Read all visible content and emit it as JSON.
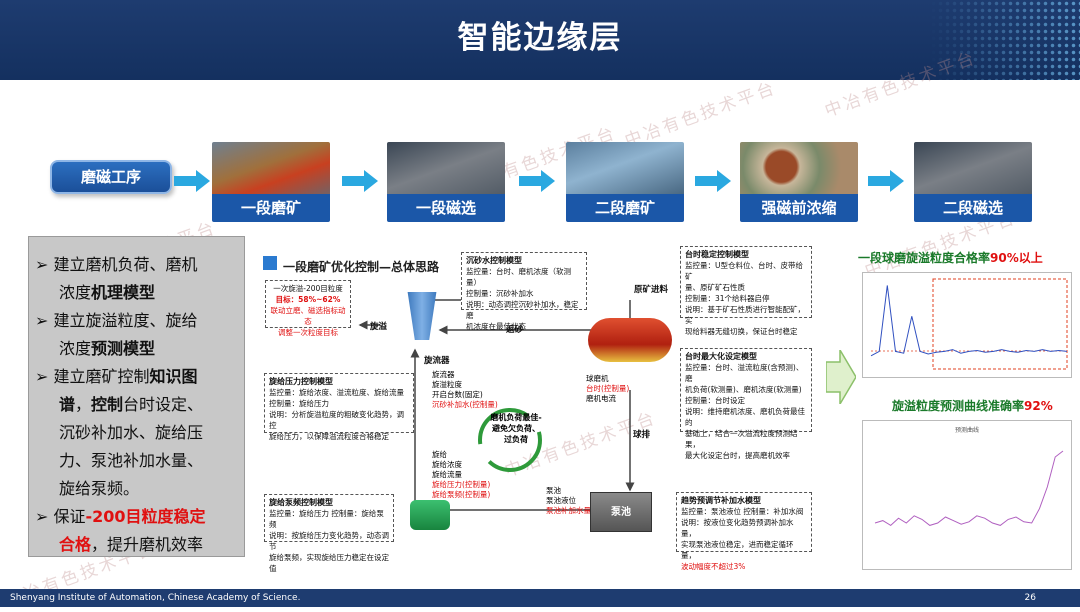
{
  "header": {
    "title": "智能边缘层"
  },
  "process": {
    "stage_label": "磨磁工序",
    "steps": [
      {
        "label": "一段磨矿"
      },
      {
        "label": "一段磁选"
      },
      {
        "label": "二段磨矿"
      },
      {
        "label": "强磁前浓缩"
      },
      {
        "label": "二段磁选"
      }
    ]
  },
  "bullets": {
    "b1_a": "建立磨机负荷、磨机",
    "b1_b": "浓度",
    "b1_bold": "机理模型",
    "b2_a": "建立旋溢粒度、旋给",
    "b2_b": "浓度",
    "b2_bold": "预测模型",
    "b3_a": "建立磨矿控制",
    "b3_bold1": "知识图",
    "b3_bold2": "谱",
    "b3_b": "，",
    "b3_bold3": "控制",
    "b3_c": "台时设定、",
    "b3_d": "沉砂补加水、旋给压",
    "b3_e": "力、泵池补加水量、",
    "b3_f": "旋给泵频。",
    "b4_a": "保证",
    "b4_red": "-200目粒度稳定",
    "b4_red2": "合格",
    "b4_b": "，提升磨机效率"
  },
  "diagram": {
    "title": "一段磨矿优化控制—总体思路",
    "target_box": {
      "l1": "一次旋溢-200目粒度",
      "l2": "目标：58%~62%",
      "l3": "联动立磨、磁选指标动态",
      "l4": "调整一次粒度目标"
    },
    "sand_box": {
      "h": "沉砂水控制模型",
      "l1": "监控量：台时、磨机浓度（软测量）",
      "l2": "控制量：沉砂补加水",
      "l3": "说明：动态调控沉砂补加水，稳定磨",
      "l4": "机浓度在最佳状态"
    },
    "feed_box": {
      "h": "台时稳定控制模型",
      "l1": "监控量：U型仓料位、台时、皮带给矿",
      "l2": "量、原矿矿石性质",
      "l3": "控制量：31个给料器启停",
      "l4": "说明：基于矿石性质进行智能配矿，实",
      "l5": "现给料器无缝切换，保证台时稳定"
    },
    "pressure_box": {
      "h": "旋给压力控制模型",
      "l1": "监控量：旋给浓度、溢流粒度、旋给流量",
      "l2": "控制量：旋给压力",
      "l3": "说明：分析旋溢粒度的粗破变化趋势，调控",
      "l4": "旋给压力，以保障溢流粒度合格稳定"
    },
    "maxfeed_box": {
      "h": "台时最大化设定模型",
      "l1": "监控量：台时、溢流粒度(含预测)、磨",
      "l2": "机负荷(软测量)、磨机浓度(软测量)",
      "l3": "控制量：台时设定",
      "l4": "说明：维持磨机浓度、磨机负荷最佳的",
      "l5": "基础上，结合一次溢流粒度预测结果，",
      "l6": "最大化设定台时，提高磨机效率"
    },
    "pump_box": {
      "h": "旋给泵频控制模型",
      "l1": "监控量：旋给压力    控制量：旋给泵频",
      "l2": "说明：按旋给压力变化趋势，动态调节",
      "l3": "旋给泵频，实现旋给压力稳定在设定值"
    },
    "pumppool_box": {
      "h": "趋势预调节补加水模型",
      "l1": "监控量：泵池液位    控制量：补加水阀",
      "l2": "说明：按液位变化趋势预调补加水量，",
      "l3": "实现泵池液位稳定，进而稳定循环量，",
      "l4": "波动幅度不超过3%"
    },
    "labels": {
      "overflow": "旋溢",
      "cyclone": "旋流器",
      "sand": "返砂",
      "ore_in": "原矿进料",
      "ballmill": "球磨机",
      "discharge": "球排",
      "feed": "旋给",
      "pool": "泵池",
      "cyc_detail": [
        "旋流器",
        "旋溢粒度",
        "开启台数(固定)",
        "沉砂补加水(控制量)"
      ],
      "mill_detail": [
        "球磨机",
        "台时(控制量)",
        "磨机电流"
      ],
      "feed_detail": [
        "旋给",
        "旋给浓度",
        "旋给流量",
        "旋给压力(控制量)",
        "旋给泵频(控制量)"
      ],
      "pool_detail": [
        "泵池",
        "泵池液位",
        "泵池补加水量"
      ],
      "cycle_text": [
        "磨机负荷最佳-",
        "避免欠负荷、",
        "过负荷"
      ]
    }
  },
  "results": {
    "title1_a": "一段球磨旋溢粒度合格率",
    "title1_b": "90%以上",
    "title2_a": "旋溢粒度预测曲线准确率",
    "title2_b": "92%",
    "chart2_title": "预测曲线"
  },
  "chart_data": [
    {
      "type": "line",
      "title": "",
      "series": [
        {
          "values": [
            0.15,
            0.2,
            0.95,
            0.2,
            0.18,
            0.6,
            0.2,
            0.17,
            0.19,
            0.2,
            0.22,
            0.18,
            0.2,
            0.21,
            0.19,
            0.2,
            0.22,
            0.2,
            0.19,
            0.21,
            0.2,
            0.22,
            0.2,
            0.21,
            0.2
          ]
        }
      ]
    },
    {
      "type": "line",
      "title": "预测曲线",
      "series": [
        {
          "values": [
            0.3,
            0.32,
            0.28,
            0.34,
            0.3,
            0.36,
            0.33,
            0.28,
            0.3,
            0.35,
            0.32,
            0.29,
            0.31,
            0.36,
            0.34,
            0.3,
            0.28,
            0.33,
            0.35,
            0.31,
            0.3,
            0.42,
            0.6,
            0.85,
            0.9
          ]
        }
      ]
    }
  ],
  "footer": {
    "left": "Shenyang Institute of Automation, Chinese Academy of Science.",
    "page": "26"
  },
  "watermark": "中冶有色技术平台",
  "colors": {
    "header": "#1e3c70",
    "accent": "#1b57a8",
    "green": "#1a7a2a",
    "red": "#e01010"
  }
}
